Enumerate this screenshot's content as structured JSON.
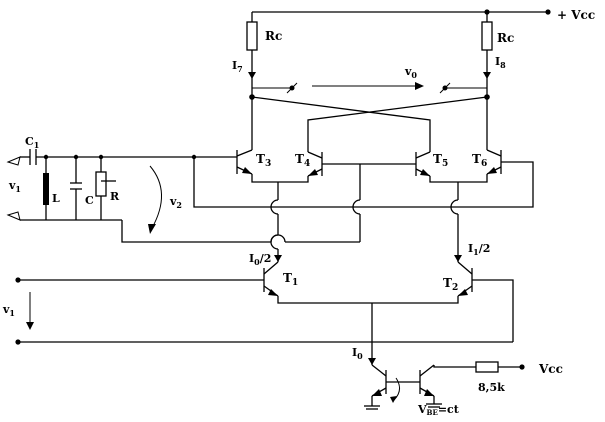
{
  "labels": {
    "vcc_top": "+ Vcc",
    "rc_left": "Rc",
    "rc_right": "Rc",
    "i7": "I",
    "i7_sub": "7",
    "i8": "I",
    "i8_sub": "8",
    "v0": "v",
    "v0_sub": "0",
    "c1": "C",
    "c1_sub": "1",
    "v1_tank": "v",
    "v1_tank_sub": "1",
    "l": "L",
    "c": "C",
    "r": "R",
    "v2": "v",
    "v2_sub": "2",
    "t3": "T",
    "t3_sub": "3",
    "t4": "T",
    "t4_sub": "4",
    "t5": "T",
    "t5_sub": "5",
    "t6": "T",
    "t6_sub": "6",
    "i0_half": "I",
    "i0_half_sub": "0",
    "i0_half_tail": "/2",
    "i1_half": "I",
    "i1_half_sub": "1",
    "i1_half_tail": "/2",
    "t1": "T",
    "t1_sub": "1",
    "t2": "T",
    "t2_sub": "2",
    "v1_input": "v",
    "v1_input_sub": "1",
    "i0": "I",
    "i0_sub": "0",
    "vbe": "V",
    "vbe_sub": "BE",
    "vbe_tail": "=ct",
    "r85k": "8,5k",
    "vcc_right": "Vcc"
  }
}
